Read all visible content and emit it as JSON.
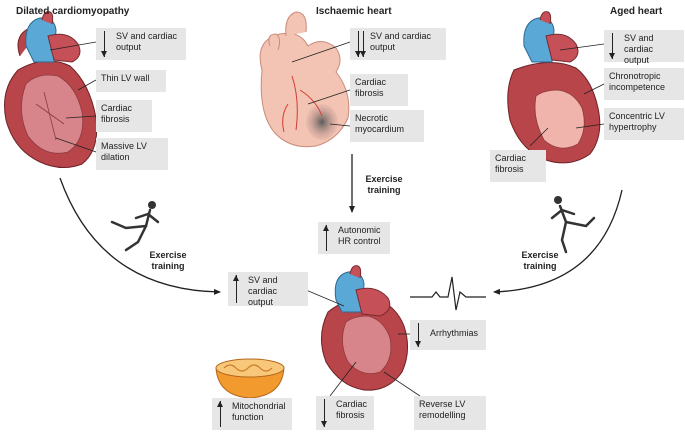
{
  "columns": {
    "dilated": "Dilated cardiomyopathy",
    "ischaemic": "Ischaemic heart",
    "aged": "Aged heart"
  },
  "dilated_boxes": {
    "sv_output": "SV and cardiac output",
    "thin_wall": "Thin LV wall",
    "fibrosis": "Cardiac fibrosis",
    "massive_dilation": "Massive LV dilation"
  },
  "ischaemic_boxes": {
    "sv_output": "SV and cardiac output",
    "fibrosis": "Cardiac fibrosis",
    "necrotic": "Necrotic myocardium"
  },
  "aged_boxes": {
    "sv_output": "SV and cardiac output",
    "chronotropic": "Chronotropic incompetence",
    "concentric": "Concentric LV hypertrophy",
    "fibrosis": "Cardiac fibrosis"
  },
  "exercise_labels": {
    "left": "Exercise training",
    "center": "Exercise training",
    "right": "Exercise training"
  },
  "outcome_boxes": {
    "autonomic": "Autonomic HR control",
    "sv_output": "SV and cardiac output",
    "arrhythmias": "Arrhythmias",
    "mitochondrial": "Mitochondrial function",
    "fibrosis": "Cardiac fibrosis",
    "reverse_remodelling": "Reverse LV remodelling"
  },
  "colors": {
    "box_bg": "#e6e6e6",
    "myocardium": "#b8454a",
    "aorta_blue": "#5aa8d6",
    "aged_heart_tissue": "#f3c4b4",
    "necrosis": "#6e6e6e",
    "mitochondrion": "#f29a2e"
  }
}
